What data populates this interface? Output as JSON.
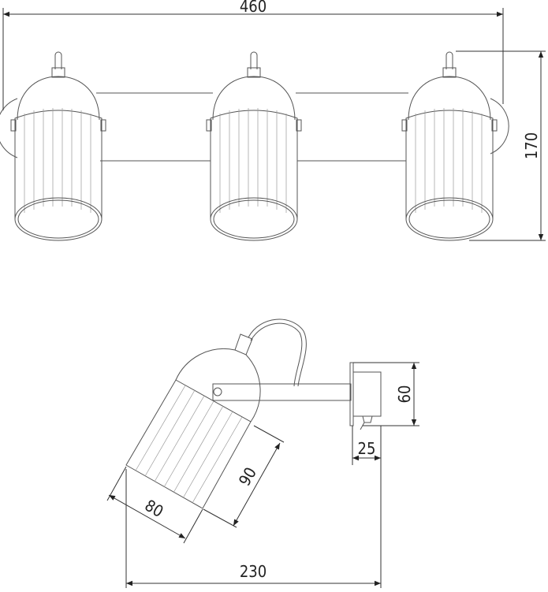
{
  "front_view": {
    "width_dim": "460",
    "height_dim": "170",
    "lamp_count": 3
  },
  "side_view": {
    "shade_length_dim": "90",
    "shade_diameter_dim": "80",
    "base_height_dim": "60",
    "base_depth_dim": "25",
    "projection_dim": "230"
  }
}
